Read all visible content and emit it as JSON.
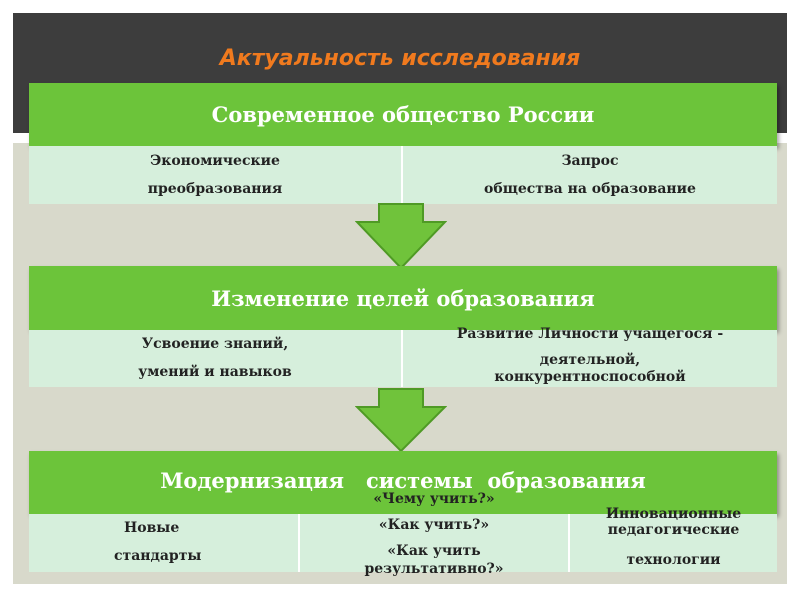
{
  "title": "Актуальность исследования",
  "colors": {
    "accent": "#f07a1e",
    "header_bg": "#6cc43a",
    "row_bg": "#d6efdc",
    "arrow": "#70c33b"
  },
  "block1": {
    "header": "Современное общество России",
    "left": [
      "Экономические",
      "преобразования"
    ],
    "right": [
      "Запрос",
      "общества на образование"
    ]
  },
  "block2": {
    "header": "Изменение целей образования",
    "left": [
      "Усвоение знаний,",
      "умений и навыков"
    ],
    "right": [
      "Развитие Личности учащегося -",
      "деятельной,",
      "конкурентноспособной"
    ]
  },
  "block3": {
    "header": "Модернизация   системы  образования",
    "col1": [
      "Новые",
      "стандарты"
    ],
    "col2": [
      "«Чему учить?»",
      "«Как учить?»",
      "«Как учить",
      "результативно?»"
    ],
    "col3": [
      "Инновационные",
      "педагогические",
      "технологии"
    ]
  },
  "arrows": [
    "arrow-down-icon",
    "arrow-down-icon"
  ]
}
